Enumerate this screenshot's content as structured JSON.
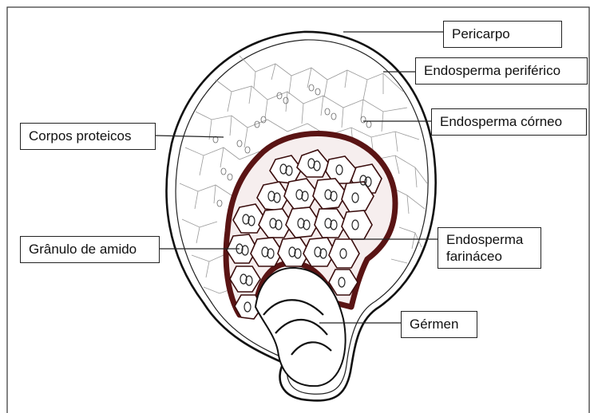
{
  "diagram": {
    "labels": {
      "pericarpo": "Pericarpo",
      "endosperma_periferico": "Endosperma periférico",
      "endosperma_corneo": "Endosperma córneo",
      "corpos_proteicos": "Corpos proteicos",
      "granulo_amido": "Grânulo de amido",
      "endosperma_farinaceo_1": "Endosperma",
      "endosperma_farinaceo_2": "farináceo",
      "germen": "Gérmen"
    },
    "colors": {
      "outline": "#1a1a1a",
      "cell_wall": "#8a8a8a",
      "floury_tissue": "#5a1414",
      "background": "#ffffff"
    }
  }
}
